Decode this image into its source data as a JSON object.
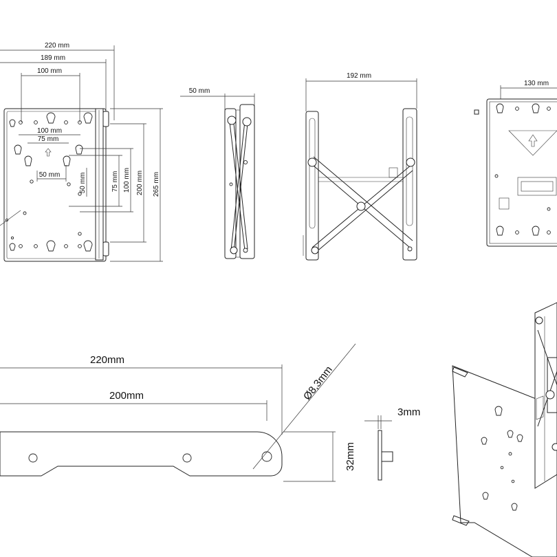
{
  "dimensions": {
    "front_width_outer": "220 mm",
    "front_width_mid": "189 mm",
    "front_width_inner": "100 mm",
    "plate_hole_100": "100 mm",
    "plate_hole_75": "75 mm",
    "plate_hole_50": "50 mm",
    "vert_50": "50 mm",
    "vert_75": "75 mm",
    "vert_100": "100 mm",
    "vert_200": "200 mm",
    "vert_265": "265 mm",
    "side_depth": "50 mm",
    "extended_depth": "192 mm",
    "back_hole_spacing": "130 mm",
    "bar_length_total": "220mm",
    "bar_hole_spacing": "200mm",
    "bar_hole_diameter": "Ø8,3mm",
    "bar_thickness": "3mm",
    "bar_height": "32mm"
  }
}
